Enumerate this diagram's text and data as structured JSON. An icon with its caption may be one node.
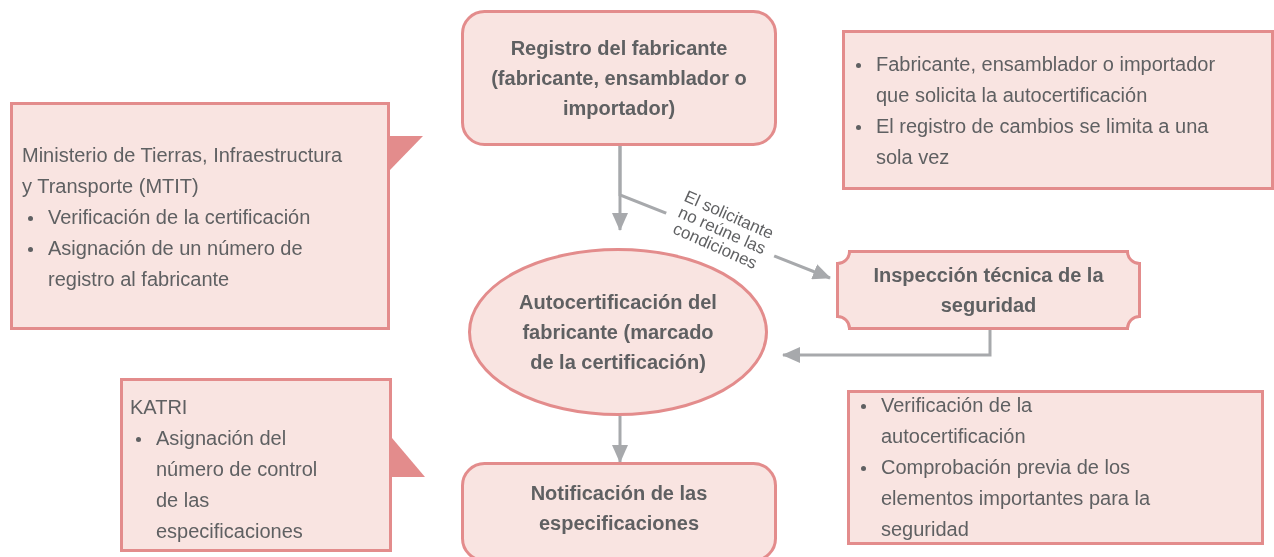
{
  "diagram": {
    "nodes": [
      {
        "text": [
          "Registro del fabricante (fabricante, ensamblador o importador)"
        ]
      },
      {
        "text": [
          "Fabricante, ensamblador o importador que solicita la autocertificación",
          "El registro de cambios se limita a una sola vez"
        ]
      },
      {
        "text": [
          "Ministerio de Tierras, Infraestructura y Transporte (MTIT)",
          "Verificación de la certificación",
          "Asignación de un número de registro al fabricante"
        ]
      },
      {
        "text": [
          "Autocertificación del fabricante (marcado de la certificación)"
        ]
      },
      {
        "text": [
          "Inspección técnica de la seguridad"
        ]
      },
      {
        "text": [
          "KATRI",
          "Asignación del número de control de las especificaciones"
        ]
      },
      {
        "text": [
          "Verificación de la autocertificación",
          "Comprobación previa de los elementos importantes para la seguridad"
        ]
      },
      {
        "text": [
          "Notificación de las especificaciones"
        ]
      }
    ],
    "edges": [
      {
        "from": 0,
        "to": 3,
        "arrow": "to"
      },
      {
        "from": 0,
        "to": 4,
        "arrow": "to",
        "label": "El solicitante no reúne las condiciones"
      },
      {
        "from": 4,
        "to": 3,
        "arrow": "to"
      },
      {
        "from": 3,
        "to": 7,
        "arrow": "to"
      }
    ]
  }
}
